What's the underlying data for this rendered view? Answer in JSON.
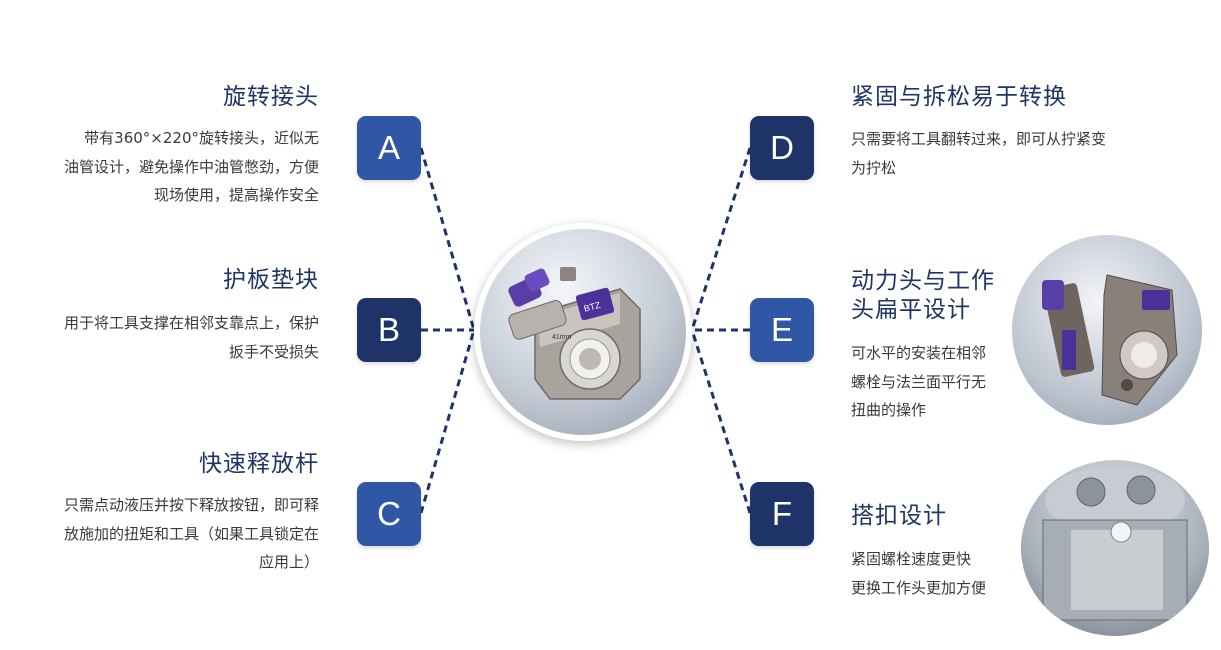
{
  "features": [
    {
      "letter": "A",
      "title": "旋转接头",
      "desc": [
        "带有360°×220°旋转接头，近似无",
        "油管设计，避免操作中油管憋劲，方便",
        "现场使用，提高操作安全"
      ]
    },
    {
      "letter": "B",
      "title": "护板垫块",
      "desc": [
        "用于将工具支撑在相邻支靠点上，保护",
        "扳手不受损失"
      ]
    },
    {
      "letter": "C",
      "title": "快速释放杆",
      "desc": [
        "只需点动液压并按下释放按钮，即可释",
        "放施加的扭矩和工具（如果工具锁定在",
        "应用上）"
      ]
    },
    {
      "letter": "D",
      "title": "紧固与拆松易于转换",
      "desc": [
        "只需要将工具翻转过来，即可从拧紧变",
        "为拧松"
      ]
    },
    {
      "letter": "E",
      "title": [
        "动力头与工作",
        "头扁平设计"
      ],
      "desc": [
        "可水平的安装在相邻",
        "螺栓与法兰面平行无",
        "扭曲的操作"
      ]
    },
    {
      "letter": "F",
      "title": "搭扣设计",
      "desc": [
        "紧固螺栓速度更快",
        "更换工作头更加方便"
      ]
    }
  ],
  "product": {
    "brand_mark": "BTZ",
    "hex_size": "41mm"
  },
  "colors": {
    "badge_light": "#2f57a6",
    "badge_dark": "#1e3468",
    "title": "#1e3565",
    "connector": "#1e3468"
  }
}
